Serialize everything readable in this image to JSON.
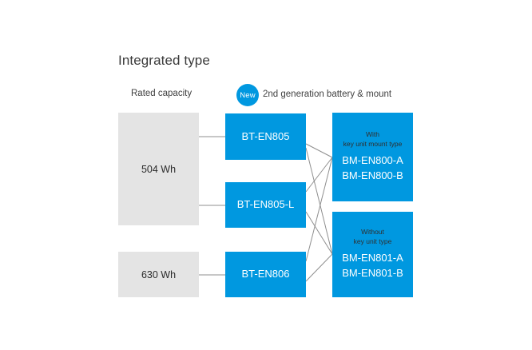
{
  "diagram": {
    "title": "Integrated type",
    "columns": {
      "left_header": "Rated capacity",
      "right_header": "2nd generation battery & mount",
      "new_badge": "New"
    },
    "colors": {
      "accent_blue": "#0098e0",
      "box_gray": "#e4e4e4",
      "line_gray": "#8f8f8f",
      "text_dark": "#2b2b2b",
      "text_white": "#ffffff"
    },
    "capacity_nodes": [
      {
        "id": "cap-504",
        "label": "504 Wh"
      },
      {
        "id": "cap-630",
        "label": "630 Wh"
      }
    ],
    "battery_nodes": [
      {
        "id": "bt-en805",
        "label": "BT-EN805"
      },
      {
        "id": "bt-en805-l",
        "label": "BT-EN805-L"
      },
      {
        "id": "bt-en806",
        "label": "BT-EN806"
      }
    ],
    "mount_nodes": [
      {
        "id": "bm-en800",
        "sub_line1": "With",
        "sub_line2": "key unit mount type",
        "model1": "BM-EN800-A",
        "model2": "BM-EN800-B"
      },
      {
        "id": "bm-en801",
        "sub_line1": "Without",
        "sub_line2": "key unit type",
        "model1": "BM-EN801-A",
        "model2": "BM-EN801-B"
      }
    ],
    "connections": [
      {
        "from": "cap-504",
        "to": "bt-en805"
      },
      {
        "from": "cap-504",
        "to": "bt-en805-l"
      },
      {
        "from": "cap-630",
        "to": "bt-en806"
      },
      {
        "from": "bt-en805",
        "to": "bm-en800"
      },
      {
        "from": "bt-en805",
        "to": "bm-en801"
      },
      {
        "from": "bt-en805-l",
        "to": "bm-en800"
      },
      {
        "from": "bt-en805-l",
        "to": "bm-en801"
      },
      {
        "from": "bt-en806",
        "to": "bm-en800"
      },
      {
        "from": "bt-en806",
        "to": "bm-en801"
      }
    ]
  }
}
